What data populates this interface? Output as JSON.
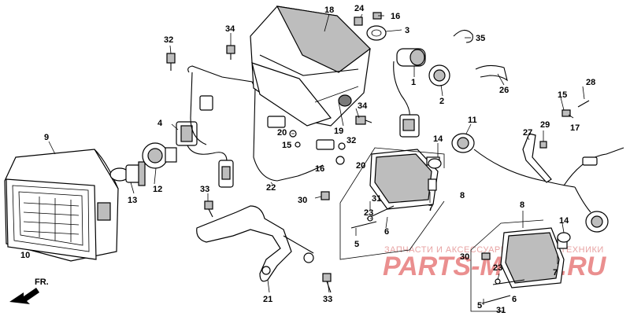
{
  "callouts": {
    "c1": "1",
    "c2": "2",
    "c3": "3",
    "c4": "4",
    "c5a": "5",
    "c5b": "5",
    "c6a": "6",
    "c6b": "6",
    "c7a": "7",
    "c7b": "7",
    "c8a": "8",
    "c8b": "8",
    "c9": "9",
    "c10": "10",
    "c11": "11",
    "c12": "12",
    "c13": "13",
    "c14a": "14",
    "c14b": "14",
    "c15": "15",
    "c16a": "16",
    "c16b": "16",
    "c17": "17",
    "c18": "18",
    "c19": "19",
    "c20a": "20",
    "c20b": "20",
    "c21": "21",
    "c22": "22",
    "c23a": "23",
    "c23b": "23",
    "c24": "24",
    "c26": "26",
    "c27": "27",
    "c28": "28",
    "c29": "29",
    "c30a": "30",
    "c30b": "30",
    "c31a": "31",
    "c31b": "31",
    "c32a": "32",
    "c32b": "32",
    "c33a": "33",
    "c33b": "33",
    "c34a": "34",
    "c34b": "34",
    "c35": "35"
  },
  "direction": {
    "label": "FR."
  },
  "watermark": {
    "subtitle": "ЗАПЧАСТИ И АКСЕССУАРЫ ДЛЯ МОТОТЕХНИКИ",
    "brand": "PARTS-MOTO.RU"
  },
  "colors": {
    "line": "#000000",
    "fill": "#ffffff",
    "shade": "#bdbdbd",
    "watermark": "#e46a6a"
  }
}
